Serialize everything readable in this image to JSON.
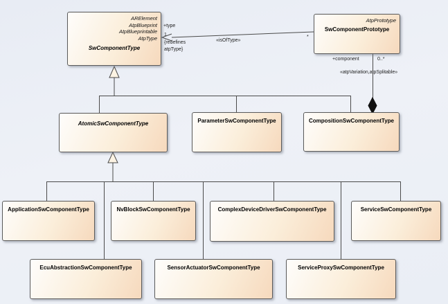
{
  "diagram_type": "uml-class-diagram",
  "classes": [
    {
      "id": "sw-component-type",
      "stereotypes": [
        "ARElement",
        "AtpBlueprint",
        "AtpBlueprintable",
        "AtpType"
      ],
      "name": "SwComponentType",
      "abstract": true
    },
    {
      "id": "sw-component-prototype",
      "stereotypes": [
        "AtpPrototype"
      ],
      "name": "SwComponentPrototype",
      "abstract": false
    },
    {
      "id": "atomic-sw-component-type",
      "stereotypes": [],
      "name": "AtomicSwComponentType",
      "abstract": true
    },
    {
      "id": "parameter-sw-component-type",
      "stereotypes": [],
      "name": "ParameterSwComponentType",
      "abstract": false
    },
    {
      "id": "composition-sw-component-type",
      "stereotypes": [],
      "name": "CompositionSwComponentType",
      "abstract": false
    },
    {
      "id": "application-sw-component-type",
      "stereotypes": [],
      "name": "ApplicationSwComponentType",
      "abstract": false
    },
    {
      "id": "nvblock-sw-component-type",
      "stereotypes": [],
      "name": "NvBlockSwComponentType",
      "abstract": false
    },
    {
      "id": "complex-device-driver-sw-component-type",
      "stereotypes": [],
      "name": "ComplexDeviceDriverSwComponentType",
      "abstract": false
    },
    {
      "id": "service-sw-component-type",
      "stereotypes": [],
      "name": "ServiceSwComponentType",
      "abstract": false
    },
    {
      "id": "ecu-abstraction-sw-component-type",
      "stereotypes": [],
      "name": "EcuAbstractionSwComponentType",
      "abstract": false
    },
    {
      "id": "sensor-actuator-sw-component-type",
      "stereotypes": [],
      "name": "SensorActuatorSwComponentType",
      "abstract": false
    },
    {
      "id": "service-proxy-sw-component-type",
      "stereotypes": [],
      "name": "ServiceProxySwComponentType",
      "abstract": false
    }
  ],
  "edge_labels": {
    "type_role": "+type",
    "type_multiplicity": "1",
    "type_constraint": "{redefines\natpType}",
    "is_of_type_stereotype": "«isOfType»",
    "prototype_end_multiplicity": "*",
    "component_role": "+component",
    "component_multiplicity": "0..*",
    "component_stereotype": "«atpVariation,atpSplitable»"
  },
  "colors": {
    "background": "#eef1f7",
    "node_fill_light": "#fefdfb",
    "node_fill_peach": "#f6d9bd",
    "node_border": "#5a5a5a",
    "connector": "#4a4a4a",
    "triangle_fill": "#fcf3e3",
    "diamond_fill": "#111111"
  }
}
